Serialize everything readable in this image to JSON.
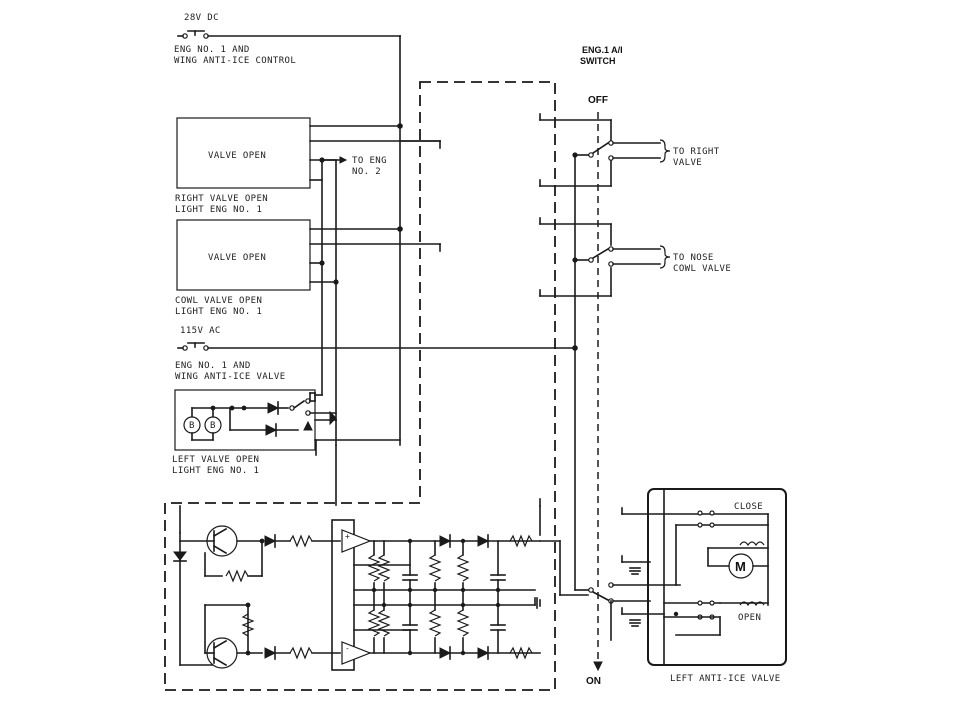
{
  "labels": {
    "dc_source": "28V DC",
    "ctrl_line1": "ENG NO. 1 AND",
    "ctrl_line2": "WING ANTI-ICE CONTROL",
    "valve_open_1": "VALVE OPEN",
    "to_eng_1": "TO ENG",
    "to_eng_2": "NO. 2",
    "rv_light_1": "RIGHT VALVE OPEN",
    "rv_light_2": "LIGHT ENG NO. 1",
    "valve_open_2": "VALVE OPEN",
    "cowl_light_1": "COWL VALVE OPEN",
    "cowl_light_2": "LIGHT ENG NO. 1",
    "ac_source": "115V AC",
    "valve_line1": "ENG NO. 1 AND",
    "valve_line2": "WING ANTI-ICE VALVE",
    "left_light_1": "LEFT VALVE OPEN",
    "left_light_2": "LIGHT ENG NO. 1",
    "bulb_1": "B",
    "bulb_2": "B",
    "switch_title_1": "ENG.1 A/I",
    "switch_title_2": "SWITCH",
    "switch_off": "OFF",
    "switch_on": "ON",
    "to_right_1": "TO RIGHT",
    "to_right_2": "VALVE",
    "to_nose_1": "TO NOSE",
    "to_nose_2": "COWL VALVE",
    "close": "CLOSE",
    "open": "OPEN",
    "motor": "M",
    "left_valve": "LEFT ANTI-ICE VALVE",
    "amp_plus": "+",
    "amp_minus": "-"
  }
}
